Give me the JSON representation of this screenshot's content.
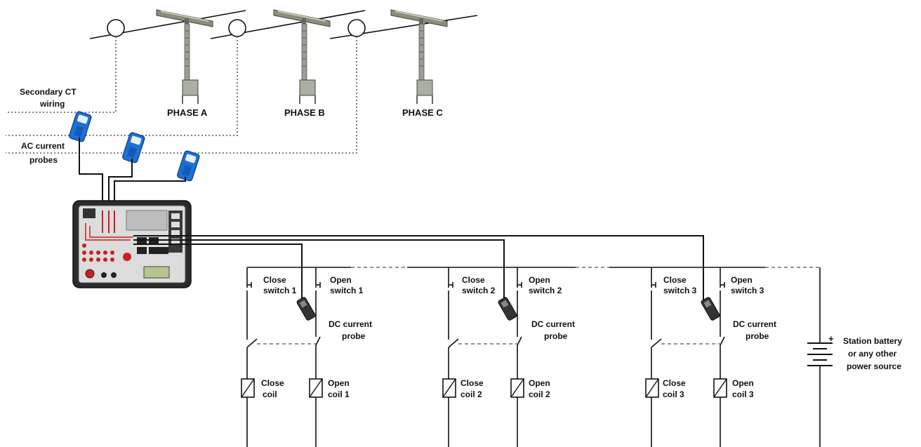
{
  "phases": [
    {
      "label": "PHASE A"
    },
    {
      "label": "PHASE B"
    },
    {
      "label": "PHASE C"
    }
  ],
  "labels": {
    "secondary_ct_line1": "Secondary CT",
    "secondary_ct_line2": "wiring",
    "ac_probes_line1": "AC current",
    "ac_probes_line2": "probes",
    "battery_line1": "Station battery",
    "battery_line2": "or any other",
    "battery_line3": "power source",
    "battery_plus": "+"
  },
  "breakers": [
    {
      "close_switch": [
        "Close",
        "switch 1"
      ],
      "open_switch": [
        "Open",
        "switch 1"
      ],
      "dc_probe": [
        "DC current",
        "probe"
      ],
      "close_coil": [
        "Close",
        "coil"
      ],
      "open_coil": [
        "Open",
        "coil 1"
      ]
    },
    {
      "close_switch": [
        "Close",
        "switch 2"
      ],
      "open_switch": [
        "Open",
        "switch 2"
      ],
      "dc_probe": [
        "DC current",
        "probe"
      ],
      "close_coil": [
        "Close",
        "coil 2"
      ],
      "open_coil": [
        "Open",
        "coil 2"
      ]
    },
    {
      "close_switch": [
        "Close",
        "switch 3"
      ],
      "open_switch": [
        "Open",
        "switch 3"
      ],
      "dc_probe": [
        "DC current",
        "probe"
      ],
      "close_coil": [
        "Close",
        "coil 3"
      ],
      "open_coil": [
        "Open",
        "coil 3"
      ]
    }
  ],
  "colors": {
    "probe_blue": "#1e6fd6",
    "instrument_body": "#2b2b2b",
    "lead_red": "#cc1f1f"
  }
}
